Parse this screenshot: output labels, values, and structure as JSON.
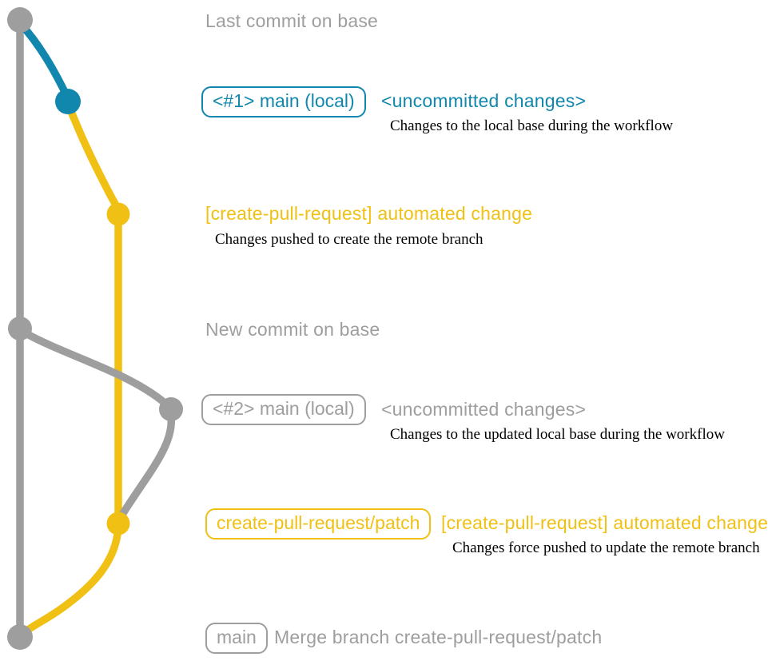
{
  "colors": {
    "gray": "#9e9e9e",
    "blue": "#1187ae",
    "yellow": "#f0c114",
    "ink": "#000000"
  },
  "graph": {
    "branches": [
      {
        "name": "base",
        "color": "gray"
      },
      {
        "name": "main-local",
        "color": "blue"
      },
      {
        "name": "create-pull-request/patch",
        "color": "yellow"
      }
    ],
    "commit_dots": [
      {
        "name": "last-commit-on-base",
        "color": "gray"
      },
      {
        "name": "uncommitted-changes-1",
        "color": "blue"
      },
      {
        "name": "automated-change-1",
        "color": "yellow"
      },
      {
        "name": "new-commit-on-base",
        "color": "gray"
      },
      {
        "name": "uncommitted-changes-2",
        "color": "gray"
      },
      {
        "name": "automated-change-2",
        "color": "yellow"
      },
      {
        "name": "merge-commit",
        "color": "gray"
      }
    ]
  },
  "rows": {
    "last_commit": {
      "text": "Last commit on base"
    },
    "state1": {
      "badge": "<#1> main (local)",
      "title": "<uncommitted changes>",
      "desc": "Changes to the local base during the workflow"
    },
    "push1": {
      "title": "[create-pull-request] automated change",
      "desc": "Changes pushed to create the remote branch"
    },
    "new_commit": {
      "text": "New commit on base"
    },
    "state2": {
      "badge": "<#2> main (local)",
      "title": "<uncommitted changes>",
      "desc": "Changes to the updated local base during the workflow"
    },
    "push2": {
      "badge": "create-pull-request/patch",
      "title": "[create-pull-request] automated change",
      "desc": "Changes force pushed to update the remote branch"
    },
    "merge": {
      "badge": "main",
      "text": "Merge branch create-pull-request/patch"
    }
  }
}
